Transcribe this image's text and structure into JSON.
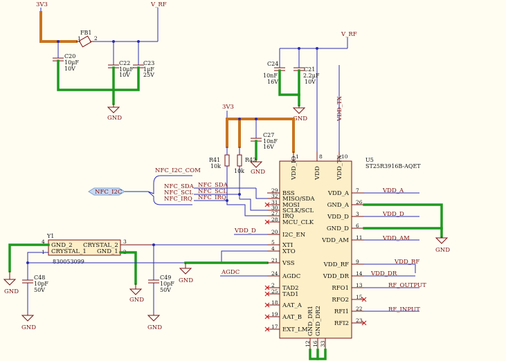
{
  "power_nets": {
    "v3v3_top": "3V3",
    "vrf_top": "V_RF",
    "vrf_mid": "V_RF",
    "v3v3_mid": "3V3"
  },
  "gnd_label": "GND",
  "fb1": {
    "ref": "FB1",
    "pin1": "1",
    "pin2": "2"
  },
  "c20": {
    "ref": "C20",
    "value": "10µF",
    "voltage": "10V"
  },
  "c22": {
    "ref": "C22",
    "value": "10µF",
    "voltage": "10V"
  },
  "c23": {
    "ref": "C23",
    "value": "1µF",
    "voltage": "25V"
  },
  "c24": {
    "ref": "C24",
    "value": "10nF",
    "voltage": "16V"
  },
  "c21": {
    "ref": "C21",
    "value": "2.2µF",
    "voltage": "10V"
  },
  "c27": {
    "ref": "C27",
    "value": "10nF",
    "voltage": "16V"
  },
  "r41": {
    "ref": "R41",
    "value": "10k"
  },
  "r42": {
    "ref": "R42",
    "value": "10k"
  },
  "c48": {
    "ref": "C48",
    "value": "10pF",
    "voltage": "50V"
  },
  "c49": {
    "ref": "C49",
    "value": "10pF",
    "voltage": "50V"
  },
  "y1": {
    "ref": "Y1",
    "part": "830053099",
    "pins": {
      "gnd2": "GND_2",
      "crystal1": "CRYSTAL_1",
      "crystal2": "CRYSTAL_2",
      "gnd1": "GND_1"
    },
    "pin4": "4",
    "pin1": "1",
    "pin3": "3",
    "pin2": "2"
  },
  "nfc": {
    "bus_label": "NFC_I2C_COM",
    "port": "NFC_I2C",
    "sda": "NFC_SDA",
    "scl": "NFC_SCL",
    "irq": "NFC_IRQ",
    "sda_net": "NFC_SDA",
    "scl_net": "NFC_SCL",
    "irq_net": "NFC_IRQ"
  },
  "u5": {
    "ref": "U5",
    "part": "ST25R3916B-AQET",
    "top_pins": [
      {
        "name": "VDD_IO",
        "num": "1"
      },
      {
        "name": "VDD",
        "num": "8"
      },
      {
        "name": "VDD_TX",
        "num": "10"
      }
    ],
    "left_pins": [
      {
        "name": "BSS",
        "num": "29"
      },
      {
        "name": "MISO/SDA",
        "num": "32"
      },
      {
        "name": "MOSI",
        "num": "31"
      },
      {
        "name": "SCLK/SCL",
        "num": "30"
      },
      {
        "name": "IRQ",
        "num": "27"
      },
      {
        "name": "MCU_CLK",
        "num": "28"
      },
      {
        "name": "I2C_EN",
        "num": "20"
      },
      {
        "name": "XTI",
        "num": "5"
      },
      {
        "name": "XTO",
        "num": "4"
      },
      {
        "name": "VSS",
        "num": "21"
      },
      {
        "name": "AGDC",
        "num": "24"
      },
      {
        "name": "TAD2",
        "num": "2"
      },
      {
        "name": "TAD1",
        "num": "25"
      },
      {
        "name": "AAT_A",
        "num": "18"
      },
      {
        "name": "AAT_B",
        "num": "19"
      },
      {
        "name": "EXT_LM",
        "num": "17"
      }
    ],
    "right_pins": [
      {
        "name": "VDD_A",
        "num": "7"
      },
      {
        "name": "GND_A",
        "num": "26"
      },
      {
        "name": "VDD_D",
        "num": "3"
      },
      {
        "name": "GND_D",
        "num": "6"
      },
      {
        "name": "VDD_AM",
        "num": "11"
      },
      {
        "name": "VDD_RF",
        "num": "9"
      },
      {
        "name": "VDD_DR",
        "num": "14"
      },
      {
        "name": "RFO1",
        "num": "13"
      },
      {
        "name": "RFO2",
        "num": "15"
      },
      {
        "name": "RFI1",
        "num": "22"
      },
      {
        "name": "RFI2",
        "num": "23"
      }
    ],
    "bottom_pins": [
      {
        "name": "GND_DR1",
        "num": "12"
      },
      {
        "name": "GND_DR2",
        "num": "16"
      },
      {
        "name": "",
        "num": "33"
      }
    ]
  },
  "nets": {
    "vdd_a": "VDD_A",
    "vdd_d": "VDD_D",
    "vdd_am": "VDD_AM",
    "vdd_rf": "VDD_RF",
    "vdd_dr": "VDD_DR",
    "rf_output": "RF_OUTPUT",
    "rf_input": "RF_INPUT",
    "vdd_tx": "VDD_TX",
    "vdd_d_left": "VDD_D",
    "agdc": "AGDC"
  }
}
